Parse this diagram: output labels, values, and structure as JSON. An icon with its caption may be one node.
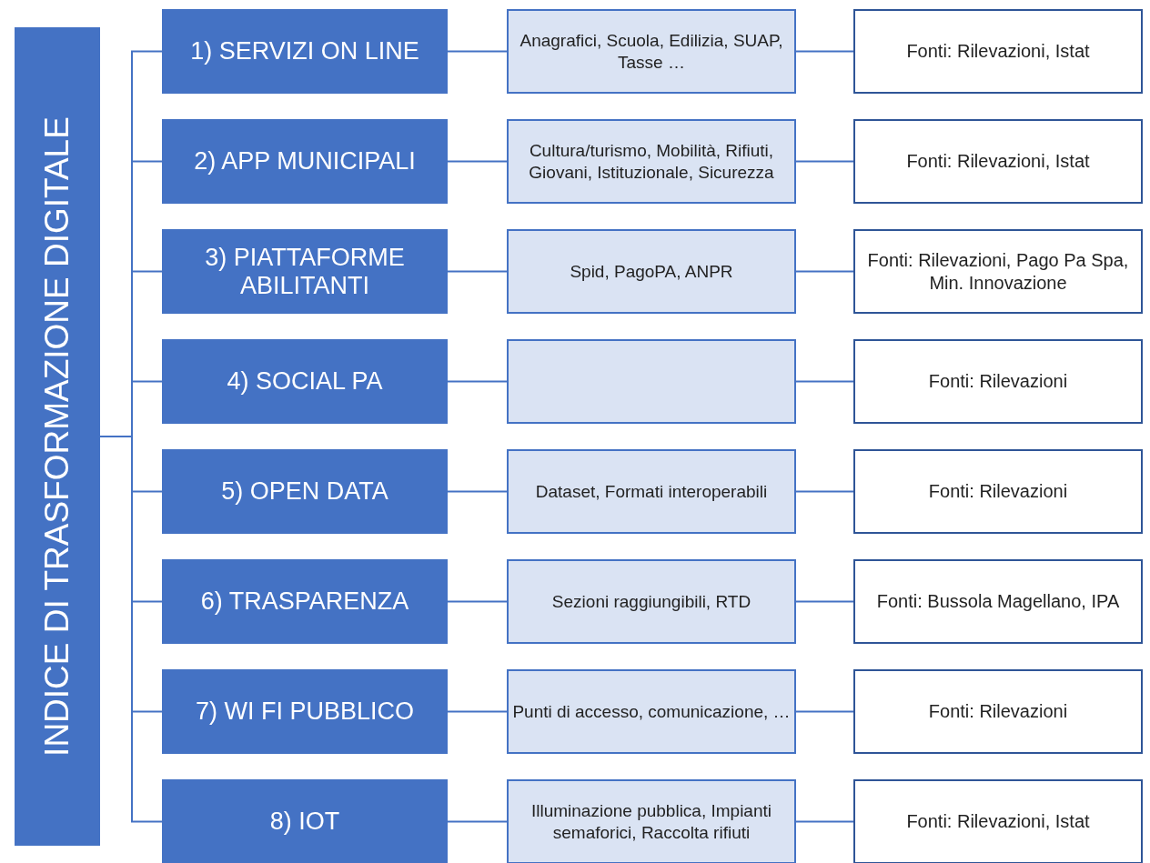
{
  "diagram": {
    "nodes": [
      {
        "text": [
          "INDICE DI TRASFORMAZIONE DIGITALE"
        ]
      },
      {
        "text": [
          "1) SERVIZI ON LINE"
        ]
      },
      {
        "text": [
          "Anagrafici, Scuola, Edilizia, SUAP, Tasse …"
        ]
      },
      {
        "text": [
          "Fonti: Rilevazioni, Istat"
        ]
      },
      {
        "text": [
          "2) APP MUNICIPALI"
        ]
      },
      {
        "text": [
          "Cultura/turismo, Mobilità, Rifiuti, Giovani, Istituzionale, Sicurezza"
        ]
      },
      {
        "text": [
          "Fonti: Rilevazioni, Istat"
        ]
      },
      {
        "text": [
          "3) PIATTAFORME ABILITANTI"
        ]
      },
      {
        "text": [
          "Spid, PagoPA, ANPR"
        ]
      },
      {
        "text": [
          "Fonti: Rilevazioni, Pago Pa Spa, Min. Innovazione"
        ]
      },
      {
        "text": [
          "4) SOCIAL PA"
        ]
      },
      {
        "text": [],
        "shape": "box"
      },
      {
        "text": [
          "Fonti: Rilevazioni"
        ]
      },
      {
        "text": [
          "5) OPEN DATA"
        ]
      },
      {
        "text": [
          "Dataset, Formati interoperabili"
        ]
      },
      {
        "text": [
          "Fonti: Rilevazioni"
        ]
      },
      {
        "text": [
          "6) TRASPARENZA"
        ]
      },
      {
        "text": [
          "Sezioni raggiungibili, RTD"
        ]
      },
      {
        "text": [
          "Fonti: Bussola Magellano, IPA"
        ]
      },
      {
        "text": [
          "7) WI FI PUBBLICO"
        ]
      },
      {
        "text": [
          "Punti di accesso, comunicazione, …"
        ]
      },
      {
        "text": [
          "Fonti: Rilevazioni"
        ]
      },
      {
        "text": [
          "8) IOT"
        ]
      },
      {
        "text": [
          "Illuminazione pubblica, Impianti semaforici, Raccolta rifiuti"
        ]
      },
      {
        "text": [
          "Fonti: Rilevazioni, Istat"
        ]
      }
    ],
    "edges": [
      {
        "from": 0,
        "to": 1,
        "arrow": "none"
      },
      {
        "from": 0,
        "to": 4,
        "arrow": "none"
      },
      {
        "from": 0,
        "to": 7,
        "arrow": "none"
      },
      {
        "from": 0,
        "to": 10,
        "arrow": "none"
      },
      {
        "from": 0,
        "to": 13,
        "arrow": "none"
      },
      {
        "from": 0,
        "to": 16,
        "arrow": "none"
      },
      {
        "from": 0,
        "to": 19,
        "arrow": "none"
      },
      {
        "from": 0,
        "to": 22,
        "arrow": "none"
      },
      {
        "from": 1,
        "to": 2,
        "arrow": "none"
      },
      {
        "from": 2,
        "to": 3,
        "arrow": "none"
      },
      {
        "from": 4,
        "to": 5,
        "arrow": "none"
      },
      {
        "from": 5,
        "to": 6,
        "arrow": "none"
      },
      {
        "from": 7,
        "to": 8,
        "arrow": "none"
      },
      {
        "from": 8,
        "to": 9,
        "arrow": "none"
      },
      {
        "from": 10,
        "to": 11,
        "arrow": "none"
      },
      {
        "from": 11,
        "to": 12,
        "arrow": "none"
      },
      {
        "from": 13,
        "to": 14,
        "arrow": "none"
      },
      {
        "from": 14,
        "to": 15,
        "arrow": "none"
      },
      {
        "from": 16,
        "to": 17,
        "arrow": "none"
      },
      {
        "from": 17,
        "to": 18,
        "arrow": "none"
      },
      {
        "from": 19,
        "to": 20,
        "arrow": "none"
      },
      {
        "from": 20,
        "to": 21,
        "arrow": "none"
      },
      {
        "from": 22,
        "to": 23,
        "arrow": "none"
      },
      {
        "from": 23,
        "to": 24,
        "arrow": "none"
      }
    ]
  }
}
